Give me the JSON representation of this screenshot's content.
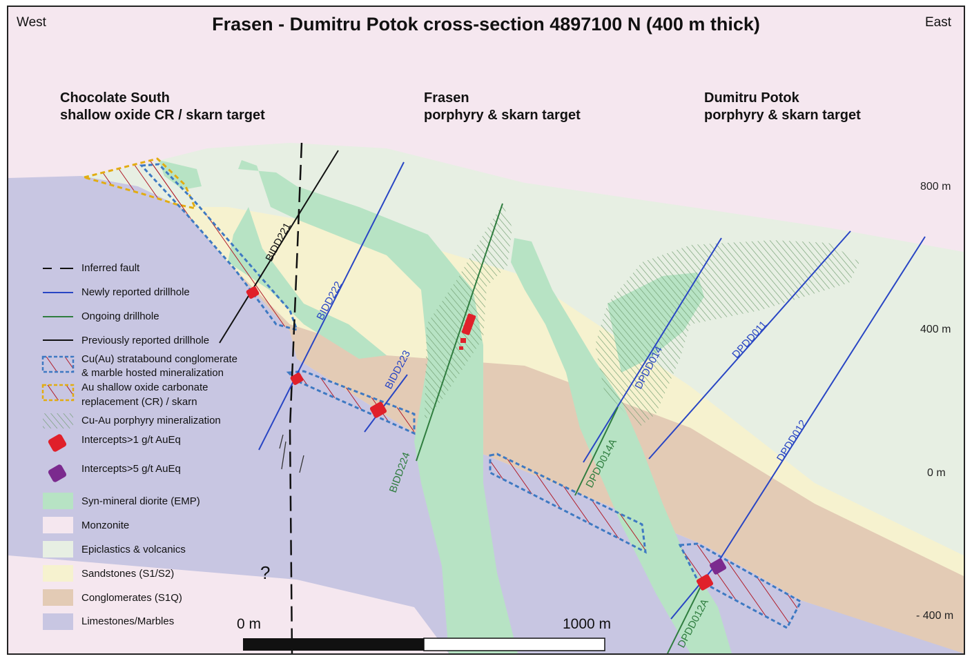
{
  "title": "Frasen - Dumitru Potok cross-section 4897100 N (400 m thick)",
  "compass": {
    "west": "West",
    "east": "East"
  },
  "targets": [
    {
      "name": "Chocolate South",
      "desc": "shallow oxide CR / skarn target"
    },
    {
      "name": "Frasen",
      "desc": "porphyry & skarn target"
    },
    {
      "name": "Dumitru Potok",
      "desc": "porphyry & skarn target"
    }
  ],
  "elevation_labels": [
    "800 m",
    "400 m",
    "0 m",
    "- 400 m"
  ],
  "drillholes": {
    "BIDD221": "BIDD221",
    "BIDD222": "BIDD222",
    "BIDD223": "BIDD223",
    "BIDD224": "BIDD224",
    "DPDD014": "DPDD014",
    "DPDD014A": "DPDD014A",
    "DPDD011": "DPDD011",
    "DPDD012": "DPDD012",
    "DPDD012A": "DPDD012A"
  },
  "unknown_marker": "?",
  "scale_bar": {
    "start": "0 m",
    "end": "1000 m"
  },
  "legend": [
    "Inferred fault",
    "Newly reported drillhole",
    "Ongoing drillhole",
    "Previously reported drillhole",
    "Cu(Au) stratabound conglomerate",
    "& marble hosted mineralization",
    "Au shallow oxide carbonate",
    "replacement (CR) / skarn",
    "Cu-Au porphyry mineralization",
    "Intercepts>1 g/t AuEq",
    "Intercepts>5 g/t AuEq",
    "Syn-mineral diorite (EMP)",
    "Monzonite",
    "Epiclastics & volcanics",
    "Sandstones (S1/S2)",
    "Conglomerates (S1Q)",
    "Limestones/Marbles"
  ],
  "colors": {
    "limestone": "#c8c6e2",
    "conglomerate": "#e3cbb5",
    "sandstone": "#f6f2cf",
    "epiclastics": "#e7efe3",
    "monzonite": "#f5e7ef",
    "diorite": "#b7e3c4",
    "new_hole": "#2845c4",
    "ongoing_hole": "#2f7d3f",
    "previous_hole": "#111111",
    "intercept_1g": "#e0202a",
    "intercept_5g": "#7b2a8e"
  }
}
